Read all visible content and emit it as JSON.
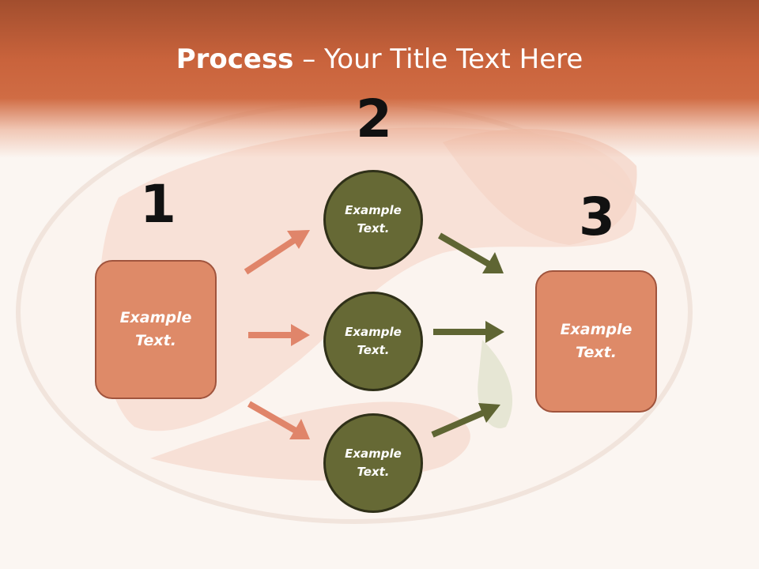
{
  "slide": {
    "title_bold": "Process",
    "title_rest": " – Your Title Text Here",
    "steps": [
      {
        "number": "1",
        "label": "Example\nText."
      },
      {
        "number": "2",
        "labels": [
          "Example\nText.",
          "Example\nText.",
          "Example\nText."
        ]
      },
      {
        "number": "3",
        "label": "Example\nText."
      }
    ]
  },
  "colors": {
    "header": "#c9633c",
    "box_fill": "#de8a68",
    "box_border": "#a0543d",
    "circle_fill": "#666935",
    "circle_border": "#2f3018",
    "arrow_left": "#e0856a",
    "arrow_right": "#5f6533"
  }
}
